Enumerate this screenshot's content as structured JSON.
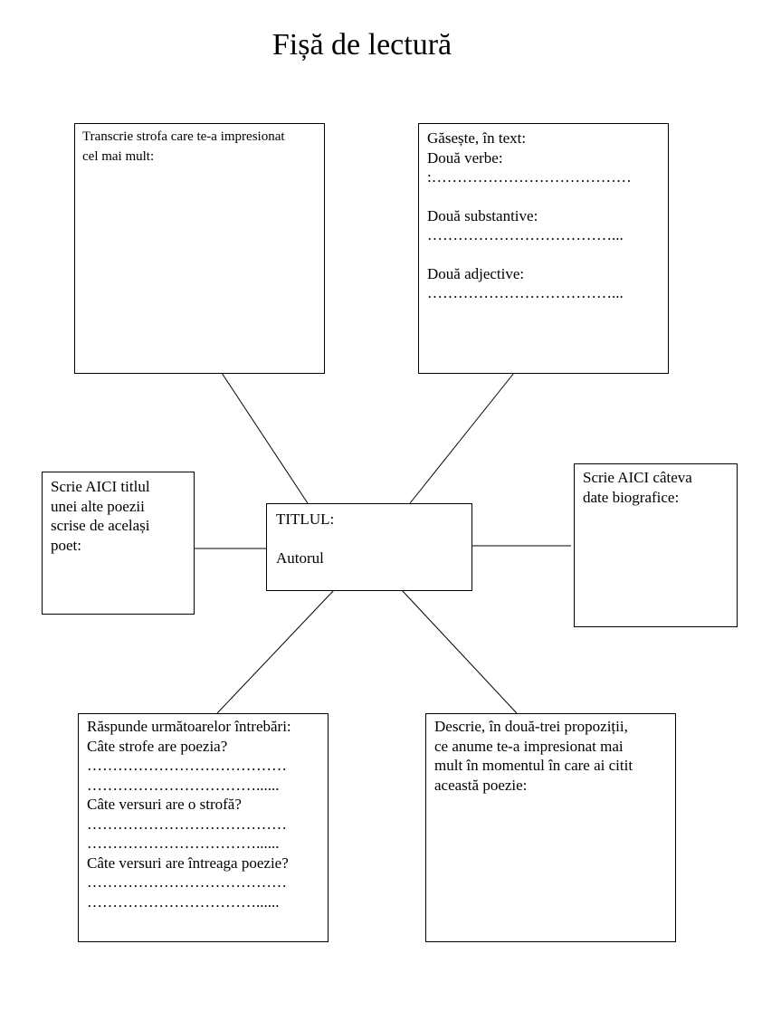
{
  "page": {
    "title": "Fișă de lectură"
  },
  "box_top_left": {
    "lines": [
      "Transcrie strofa care te-a impresionat",
      "cel mai mult:"
    ]
  },
  "box_top_right": {
    "lines": [
      "Găsește, în text:",
      "Două verbe:",
      ":…………………………………",
      "",
      "Două substantive:",
      "………………………………...",
      "",
      "Două adjective:",
      "………………………………..."
    ]
  },
  "box_mid_left": {
    "lines": [
      "Scrie AICI titlul",
      "unei alte poezii",
      "scrise de același",
      "poet:"
    ]
  },
  "box_center": {
    "title_label": "TITLUL:",
    "author_label": "Autorul"
  },
  "box_mid_right": {
    "lines": [
      "Scrie AICI câteva",
      "date biografice:"
    ]
  },
  "box_bottom_left": {
    "lines": [
      "Răspunde următoarelor întrebări:",
      "Câte strofe are poezia?",
      "…………………………………",
      "……………………………......",
      "Câte versuri are o strofă?",
      "…………………………………",
      "……………………………......",
      "Câte versuri are întreaga poezie?",
      "…………………………………",
      "……………………………......"
    ]
  },
  "box_bottom_right": {
    "lines": [
      "Descrie, în două-trei propoziții,",
      "ce anume te-a impresionat mai",
      "mult în momentul în care ai citit",
      "această poezie:"
    ]
  }
}
